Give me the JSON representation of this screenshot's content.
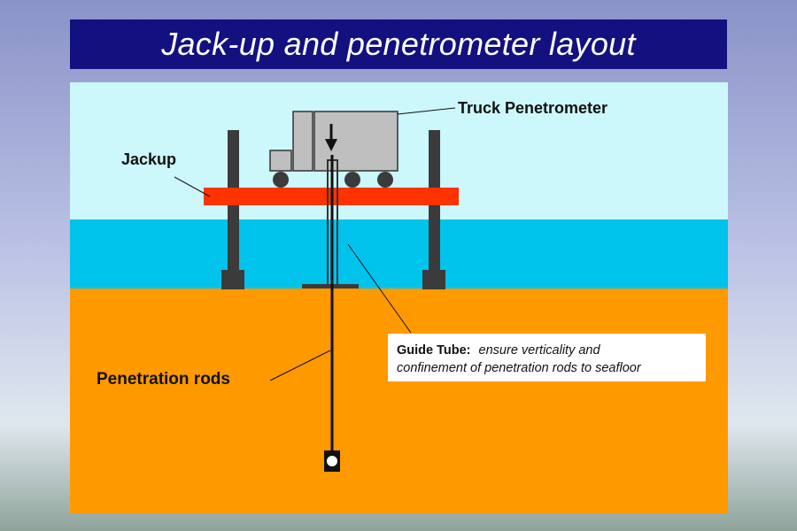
{
  "title": "Jack-up and penetrometer layout",
  "labels": {
    "truck": "Truck Penetrometer",
    "jackup": "Jackup",
    "rods": "Penetration rods",
    "guide_bold": "Guide Tube:",
    "guide_line1": "ensure verticality and",
    "guide_line2": "confinement of penetration rods to seafloor"
  },
  "colors": {
    "title_bg": "#13107f",
    "sky": "#ccf7fb",
    "water": "#00c3ec",
    "seabed": "#ff9900",
    "platform": "#ff3300",
    "legs": "#3b3b3b",
    "truck": "#bfbfbf"
  },
  "icons": [
    "down-arrow-icon",
    "wheel-icon",
    "probe-tip-icon"
  ]
}
